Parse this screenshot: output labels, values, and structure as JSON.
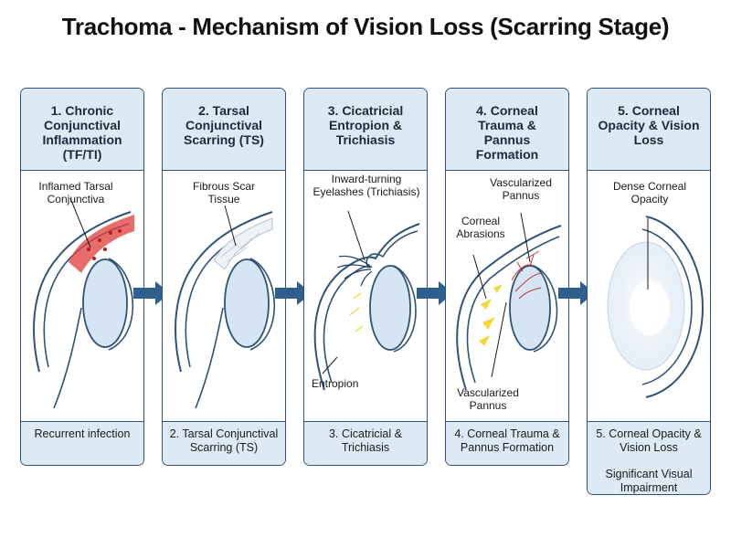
{
  "title": "Trachoma - Mechanism of Vision Loss (Scarring Stage)",
  "colors": {
    "outline": "#2f5377",
    "header_fill": "#dde9f5",
    "lens_fill": "#d5e5f4",
    "inflammation": "#e23b3b",
    "abrasion": "#f2d83a",
    "vessels": "#c43333",
    "arrow": "#2f5f8f"
  },
  "panels": [
    {
      "heading": "1. Chronic Conjunctival Inflammation (TF/TI)",
      "labels": [
        "Inflamed Tarsal Conjunctiva"
      ],
      "footer": "Recurrent infection"
    },
    {
      "heading": "2. Tarsal Conjunctival Scarring (TS)",
      "labels": [
        "Fibrous Scar Tissue"
      ],
      "footer": "2. Tarsal Conjunctival Scarring (TS)"
    },
    {
      "heading": "3. Cicatricial Entropion & Trichiasis",
      "labels": [
        "Inward-turning Eyelashes (Trichiasis)",
        "Entropion"
      ],
      "footer": "3. Cicatricial & Trichiasis"
    },
    {
      "heading": "4. Corneal Trauma & Pannus Formation",
      "labels": [
        "Vascularized Pannus",
        "Corneal Abrasions",
        "Vascularized Pannus"
      ],
      "footer": "4. Corneal Trauma & Pannus Formation"
    },
    {
      "heading": "5. Corneal Opacity & Vision Loss",
      "labels": [
        "Dense Corneal Opacity"
      ],
      "footer": "5. Corneal Opacity & Vision Loss",
      "footer_extra": "Significant Visual Impairment"
    }
  ],
  "arrow_icon": "right-arrow-icon"
}
